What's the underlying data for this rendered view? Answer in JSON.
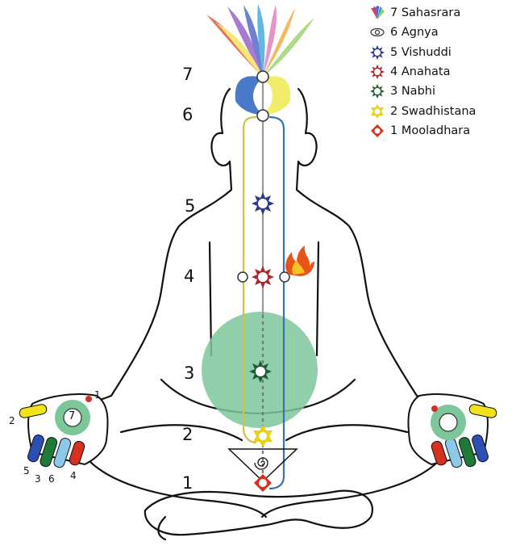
{
  "legend": [
    {
      "label": "7 Sahasrara",
      "icon": "sahasrara-icon"
    },
    {
      "label": "6 Agnya",
      "icon": "agnya-icon"
    },
    {
      "label": "5 Vishuddi",
      "icon": "vishuddi-icon"
    },
    {
      "label": "4 Anahata",
      "icon": "anahata-icon"
    },
    {
      "label": "3 Nabhi",
      "icon": "nabhi-icon"
    },
    {
      "label": "2 Swadhistana",
      "icon": "swadhistana-icon"
    },
    {
      "label": "1 Mooladhara",
      "icon": "mooladhara-icon"
    }
  ],
  "levels": [
    "7",
    "6",
    "5",
    "4",
    "3",
    "2",
    "1"
  ],
  "left_hand": {
    "palm_label": "7",
    "thumb_label": "2",
    "dot_label": "1",
    "finger_labels": [
      "5",
      "3",
      "6",
      "4"
    ]
  },
  "colors": {
    "body_outline": "#111111",
    "left_channel": "#c8c44a",
    "right_channel": "#3a6fb0",
    "center_channel": "#999999",
    "nabhi_void": "#7cc79a",
    "vishuddi": "#2b3a8c",
    "anahata": "#b0262b",
    "nabhi": "#1f5e33",
    "swadhistana": "#e8d21a",
    "mooladhara": "#d6301f",
    "flame": "#e8531a"
  }
}
